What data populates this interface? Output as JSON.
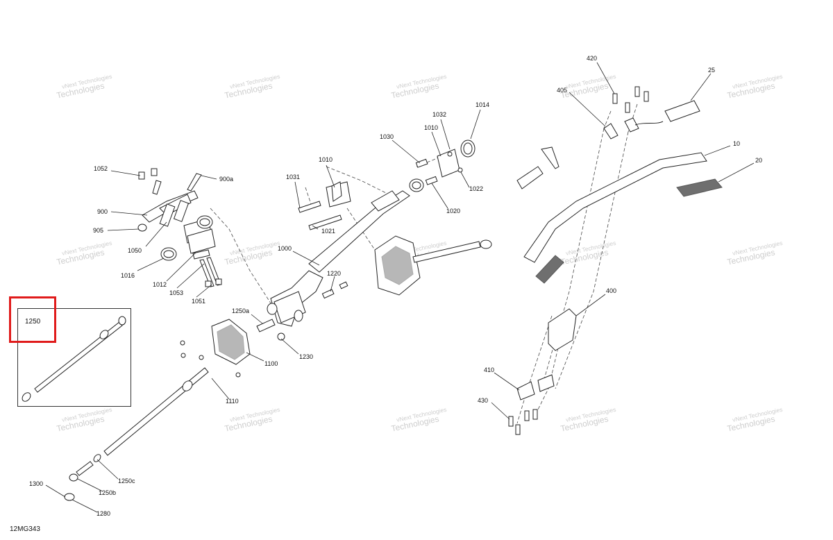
{
  "diagram": {
    "drawing_id": "12MG343",
    "watermark": {
      "line1": "vNext Technologies",
      "line2": "Technologies"
    },
    "inset": {
      "label": "1250",
      "highlighted": true,
      "highlight_color": "#e01b1b"
    },
    "callouts": [
      "1052",
      "900a",
      "900",
      "905",
      "1050",
      "1016",
      "1012",
      "1053",
      "1051",
      "1031",
      "1010",
      "1021",
      "1000",
      "1030",
      "1010",
      "1032",
      "1014",
      "1022",
      "1020",
      "1220",
      "1250a",
      "1230",
      "1100",
      "1110",
      "1250c",
      "1250b",
      "1300",
      "1280",
      "420",
      "405",
      "25",
      "10",
      "20",
      "400",
      "410",
      "430"
    ]
  }
}
